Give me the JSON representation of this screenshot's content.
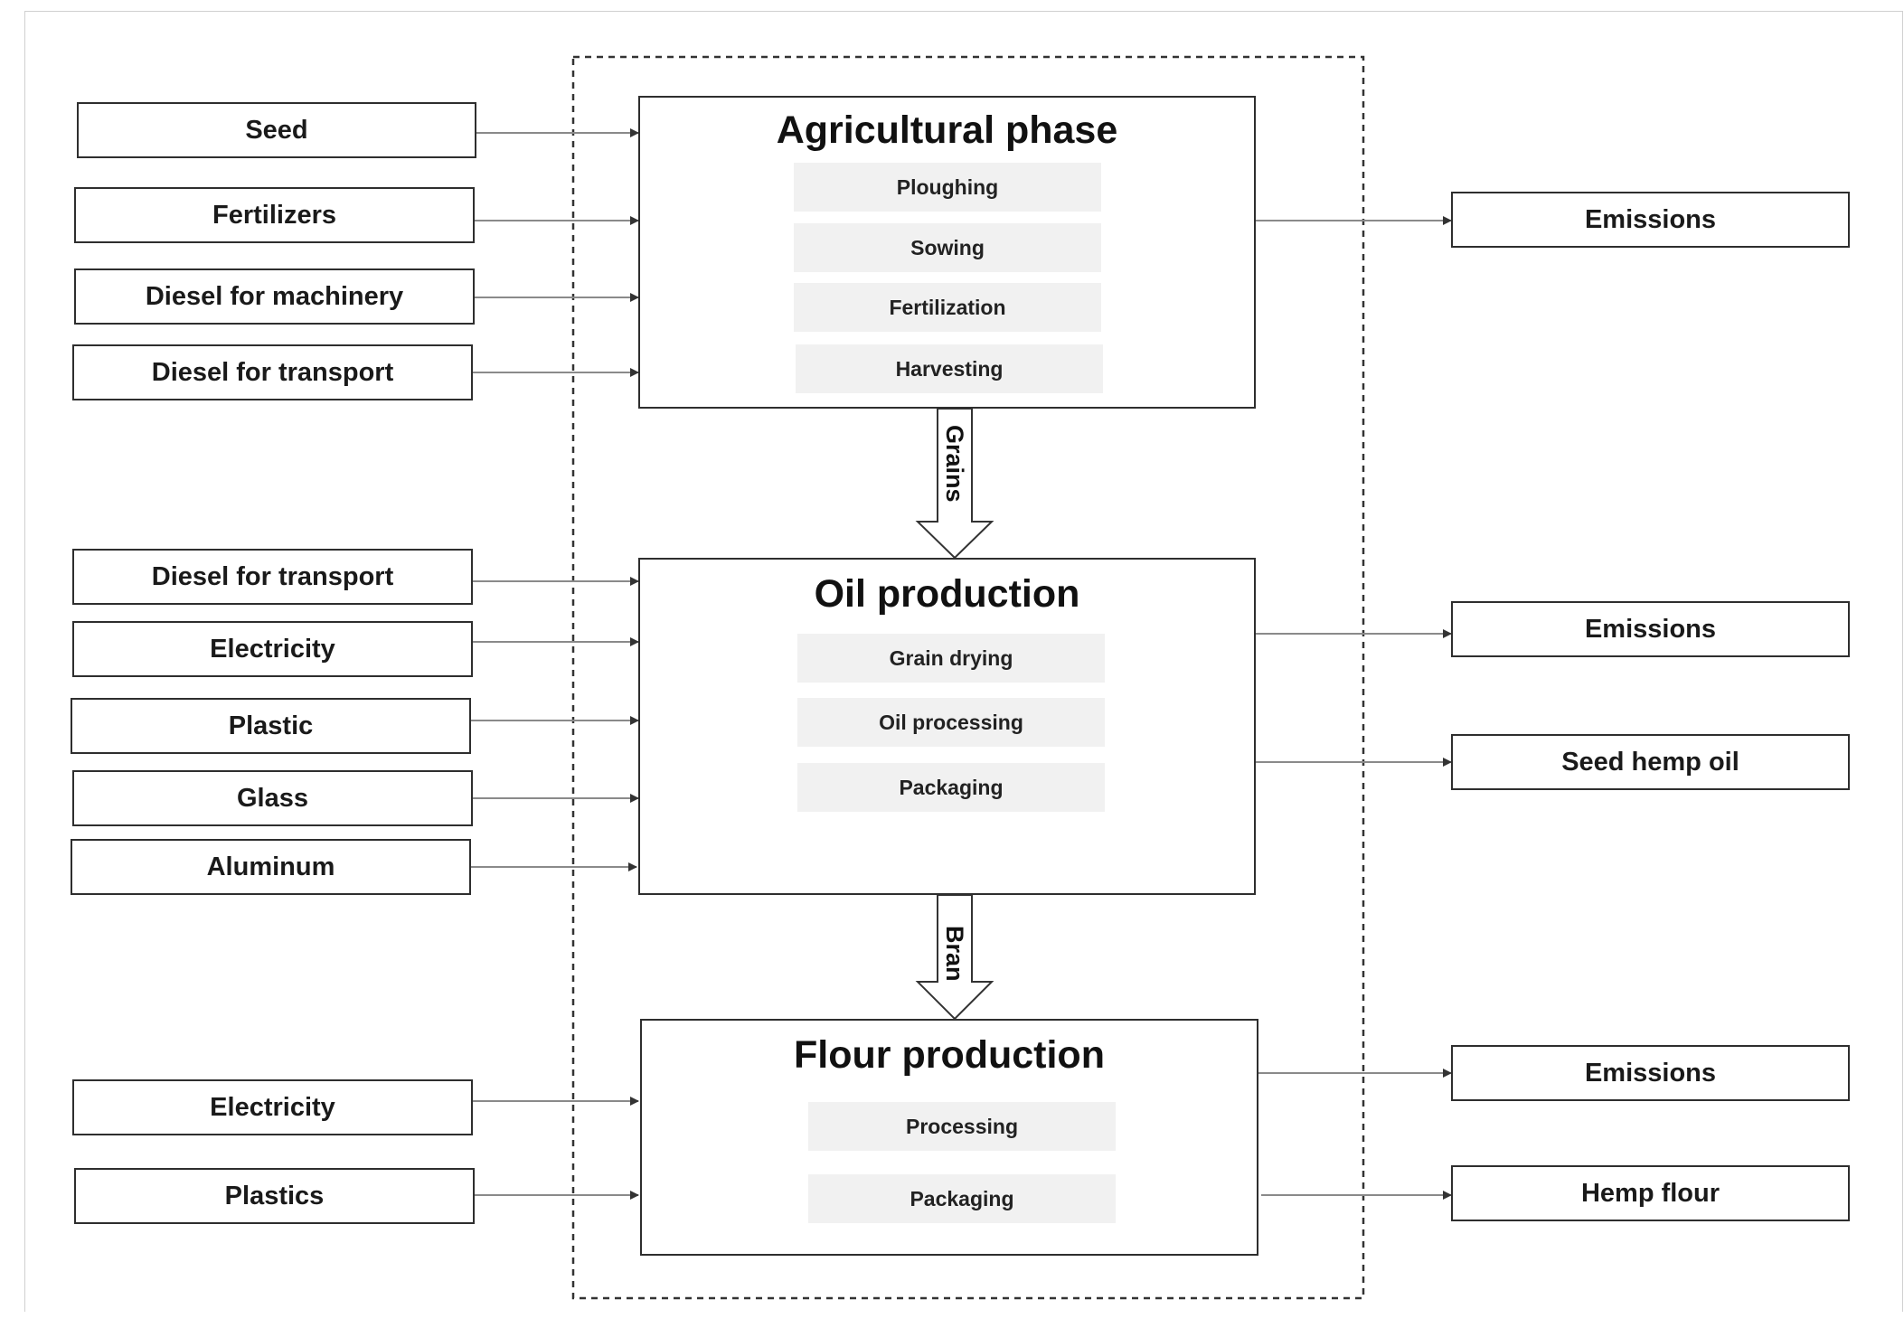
{
  "diagram": {
    "system_boundary": "dashed",
    "phases": [
      {
        "title": "Agricultural phase",
        "steps": [
          "Ploughing",
          "Sowing",
          "Fertilization",
          "Harvesting"
        ]
      },
      {
        "title": "Oil production",
        "steps": [
          "Grain drying",
          "Oil processing",
          "Packaging"
        ]
      },
      {
        "title": "Flour production",
        "steps": [
          "Processing",
          "Packaging"
        ]
      }
    ],
    "flows": [
      "Grains",
      "Bran"
    ],
    "inputs": [
      {
        "label": "Seed",
        "phase": 0
      },
      {
        "label": "Fertilizers",
        "phase": 0
      },
      {
        "label": "Diesel for machinery",
        "phase": 0
      },
      {
        "label": "Diesel for transport",
        "phase": 0
      },
      {
        "label": "Diesel for transport",
        "phase": 1
      },
      {
        "label": "Electricity",
        "phase": 1
      },
      {
        "label": "Plastic",
        "phase": 1
      },
      {
        "label": "Glass",
        "phase": 1
      },
      {
        "label": "Aluminum",
        "phase": 1
      },
      {
        "label": "Electricity",
        "phase": 2
      },
      {
        "label": "Plastics",
        "phase": 2
      }
    ],
    "outputs": [
      {
        "label": "Emissions",
        "phase": 0
      },
      {
        "label": "Emissions",
        "phase": 1
      },
      {
        "label": "Seed hemp oil",
        "phase": 1
      },
      {
        "label": "Emissions",
        "phase": 2
      },
      {
        "label": "Hemp flour",
        "phase": 2
      }
    ],
    "colors": {
      "line": "#2e2e2e",
      "step_fill": "#f1f1f1",
      "connector": "#8a8a8a"
    }
  }
}
